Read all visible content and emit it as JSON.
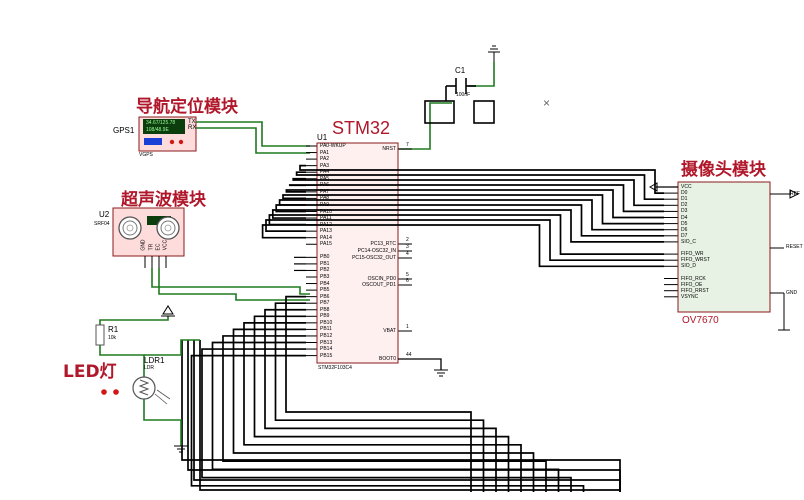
{
  "modules": {
    "gps_title": "导航定位模块",
    "ultrasonic_title": "超声波模块",
    "camera_title": "摄像头模块",
    "led_title": "LED灯",
    "mcu_title": "STM32"
  },
  "gps": {
    "ref": "GPS1",
    "screen_line1": "34.67/125.78",
    "screen_line2": "108/48.9E",
    "tx": "TX",
    "rx": "RX",
    "part": "VGPS"
  },
  "ultrasonic": {
    "ref": "U2",
    "part": "SRF04",
    "pins": [
      "GND",
      "TR",
      "EC",
      "VCC"
    ]
  },
  "mcu": {
    "ref": "U1",
    "part": "STM32F103C4",
    "left_pins": [
      "PA0-WKUP",
      "PA1",
      "PA2",
      "PA3",
      "PA4",
      "PA5",
      "PA6",
      "PA7",
      "PA8",
      "PA9",
      "PA10",
      "PA11",
      "PA12",
      "PA13",
      "PA14",
      "PA15",
      "",
      "PB0",
      "PB1",
      "PB2",
      "PB3",
      "PB4",
      "PB5",
      "PB6",
      "PB7",
      "PB8",
      "PB9",
      "PB10",
      "PB11",
      "PB12",
      "PB13",
      "PB14",
      "PB15"
    ],
    "right_pins": [
      {
        "name": "NRST",
        "num": "7"
      },
      {
        "name": "PC13_RTC",
        "num": "2"
      },
      {
        "name": "PC14-OSC32_IN",
        "num": "3"
      },
      {
        "name": "PC15-OSC32_OUT",
        "num": "4"
      },
      {
        "name": "OSCIN_PD0",
        "num": "5"
      },
      {
        "name": "OSCOUT_PD1",
        "num": "6"
      },
      {
        "name": "VBAT",
        "num": "1"
      },
      {
        "name": "BOOT0",
        "num": "44"
      }
    ]
  },
  "capacitor": {
    "ref": "C1",
    "value": "100nF"
  },
  "camera": {
    "part": "OV7670",
    "left_pins": [
      "VCC",
      "D0",
      "D1",
      "D2",
      "D3",
      "D4",
      "D5",
      "D6",
      "D7",
      "SIO_C",
      "",
      "FIFO_WR",
      "FIFO_WRST",
      "SIO_D",
      "",
      "FIFO_RCK",
      "FIFO_OE",
      "FIFO_RRST",
      "VSYNC"
    ],
    "right_pins": [
      "REF",
      "RESET",
      "GND"
    ]
  },
  "led": {
    "r_ref": "R1",
    "r_val": "10k",
    "ldr_ref": "LDR1",
    "ldr_part": "LDR"
  },
  "misc": {
    "close_mark": "×"
  }
}
